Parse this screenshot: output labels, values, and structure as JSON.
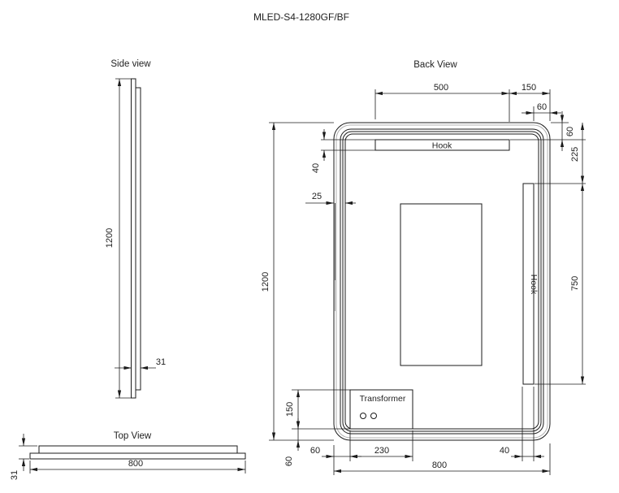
{
  "title": "MLED-S4-1280GF/BF",
  "side_view": {
    "label": "Side view",
    "height": "1200",
    "thickness": "31"
  },
  "top_view": {
    "label": "Top View",
    "width": "800",
    "thickness": "31"
  },
  "back_view": {
    "label": "Back View",
    "hook_top": "Hook",
    "hook_right": "Hook",
    "transformer": "Transformer",
    "hook_width": "500",
    "hook_to_edge": "150",
    "hook_inset_right": "60",
    "hook_offset_top": "60",
    "hook_bar_height": "40",
    "frame_inset": "25",
    "height": "1200",
    "hook_right_offset_top": "225",
    "hook_right_length": "750",
    "transformer_height": "150",
    "transformer_offset_left": "60",
    "transformer_width": "230",
    "hook_right_width": "40",
    "width": "800",
    "bottom_gap": "60"
  },
  "colors": {
    "line": "#1b1b1b",
    "gray": "#b0b0b0",
    "text": "#1f1f1f",
    "background": "#ffffff"
  }
}
